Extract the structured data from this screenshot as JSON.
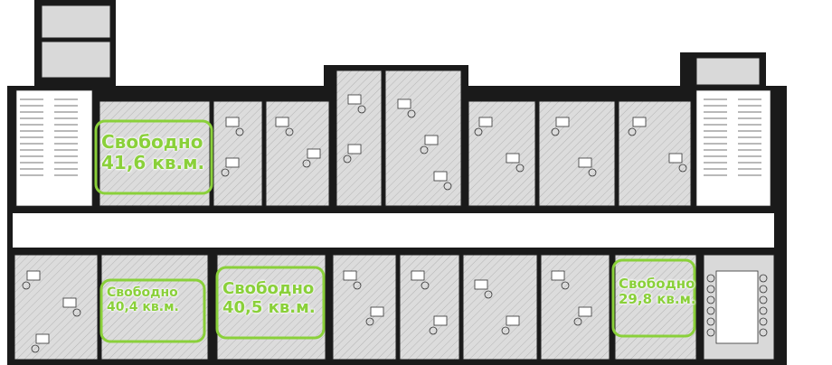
{
  "plan": {
    "name": "office floor plan",
    "highlight_color": "#8ad03a",
    "wall_color": "#1a1a1a",
    "room_fill_color": "#d9d9d9",
    "units": [
      {
        "id": "unit-1",
        "line1": "Свободно",
        "line2": "41,6 кв.м."
      },
      {
        "id": "unit-2",
        "line1": "Свободно",
        "line2": "40,4 кв.м."
      },
      {
        "id": "unit-3",
        "line1": "Свободно",
        "line2": "40,5 кв.м."
      },
      {
        "id": "unit-4",
        "line1": "Свободно",
        "line2": "29,8 кв.м."
      }
    ]
  }
}
